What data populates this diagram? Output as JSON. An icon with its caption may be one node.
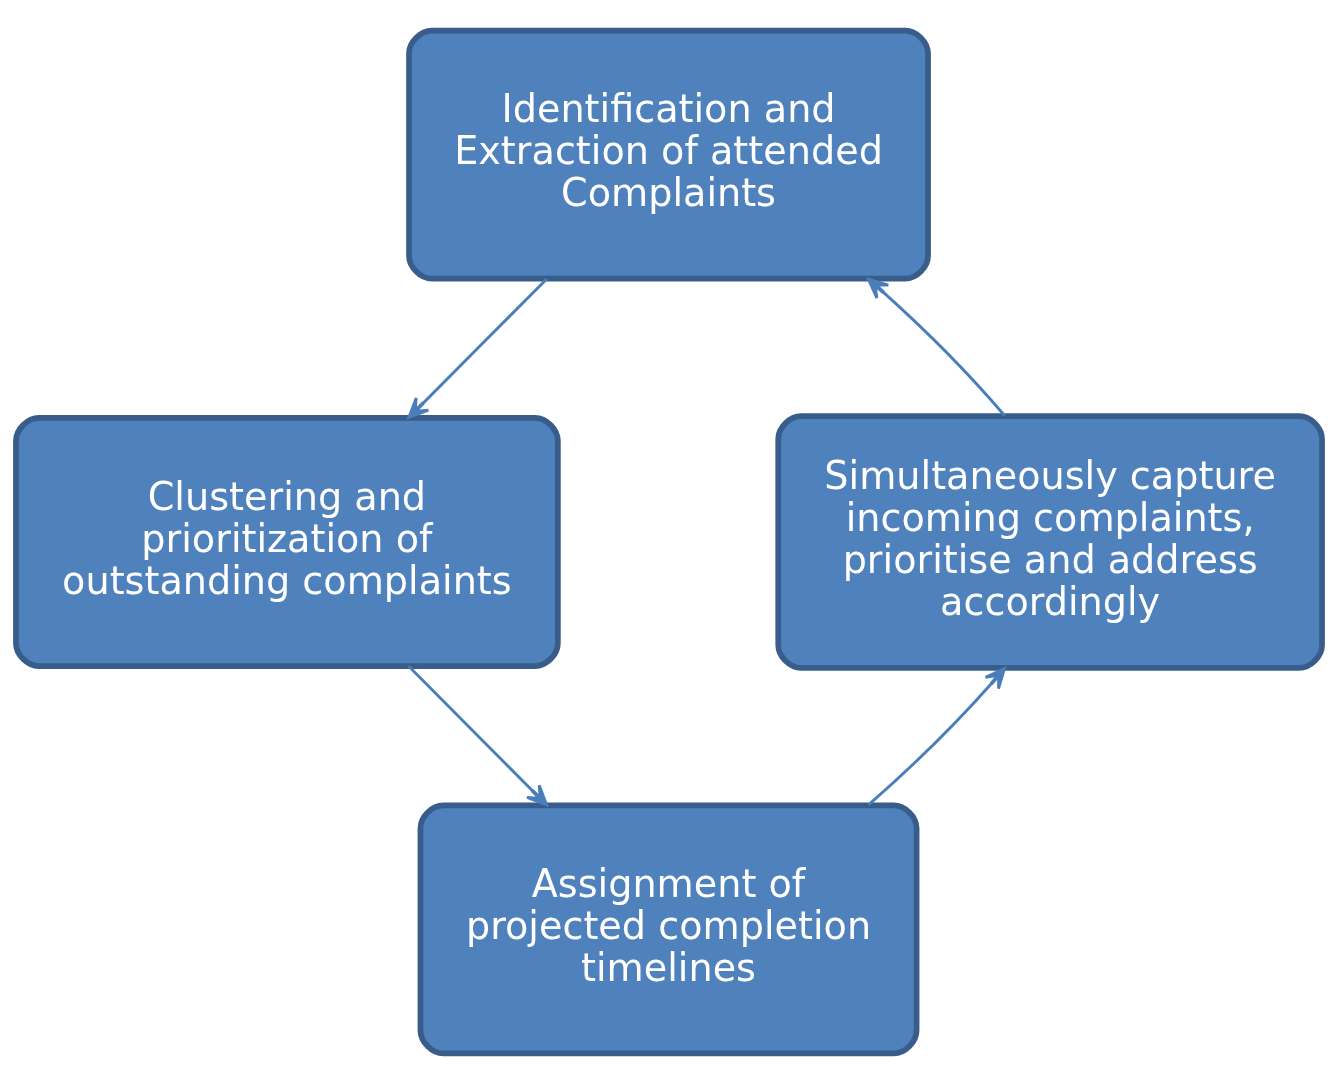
{
  "diagram": {
    "nodes": [
      {
        "text": [
          "Identification and Extraction of attended Complaints"
        ]
      },
      {
        "text": [
          "Clustering and prioritization of outstanding complaints"
        ]
      },
      {
        "text": [
          "Assignment of projected completion timelines"
        ]
      },
      {
        "text": [
          "Simultaneously capture incoming complaints, prioritise and address accordingly"
        ]
      }
    ],
    "edges": [
      {
        "from": 0,
        "to": 1,
        "arrow": "to"
      },
      {
        "from": 1,
        "to": 2,
        "arrow": "to"
      },
      {
        "from": 2,
        "to": 3,
        "arrow": "to"
      },
      {
        "from": 3,
        "to": 0,
        "arrow": "to"
      }
    ]
  }
}
